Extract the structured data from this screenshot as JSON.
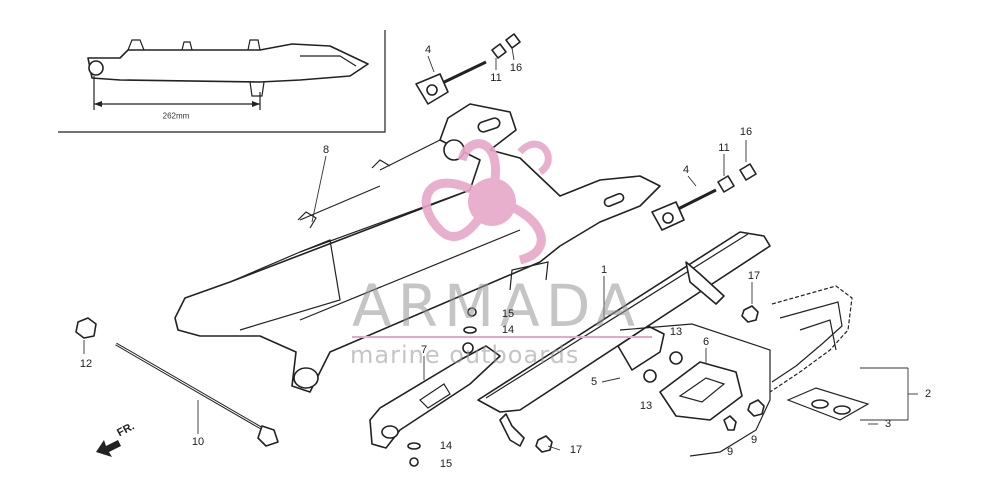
{
  "inset": {
    "dimension": "262mm"
  },
  "direction": {
    "label": "FR."
  },
  "watermark": {
    "brand": "ARMADA",
    "tagline": "marine outboards",
    "logo_color": "#e6a8c8"
  },
  "callouts": [
    {
      "id": "c1",
      "text": "1"
    },
    {
      "id": "c2",
      "text": "2"
    },
    {
      "id": "c3",
      "text": "3"
    },
    {
      "id": "c4a",
      "text": "4"
    },
    {
      "id": "c4b",
      "text": "4"
    },
    {
      "id": "c5",
      "text": "5"
    },
    {
      "id": "c6",
      "text": "6"
    },
    {
      "id": "c7",
      "text": "7"
    },
    {
      "id": "c8",
      "text": "8"
    },
    {
      "id": "c9a",
      "text": "9"
    },
    {
      "id": "c9b",
      "text": "9"
    },
    {
      "id": "c10",
      "text": "10"
    },
    {
      "id": "c11a",
      "text": "11"
    },
    {
      "id": "c11b",
      "text": "11"
    },
    {
      "id": "c12",
      "text": "12"
    },
    {
      "id": "c13a",
      "text": "13"
    },
    {
      "id": "c13b",
      "text": "13"
    },
    {
      "id": "c14a",
      "text": "14"
    },
    {
      "id": "c14b",
      "text": "14"
    },
    {
      "id": "c15a",
      "text": "15"
    },
    {
      "id": "c15b",
      "text": "15"
    },
    {
      "id": "c16a",
      "text": "16"
    },
    {
      "id": "c16b",
      "text": "16"
    },
    {
      "id": "c17a",
      "text": "17"
    },
    {
      "id": "c17b",
      "text": "17"
    }
  ]
}
